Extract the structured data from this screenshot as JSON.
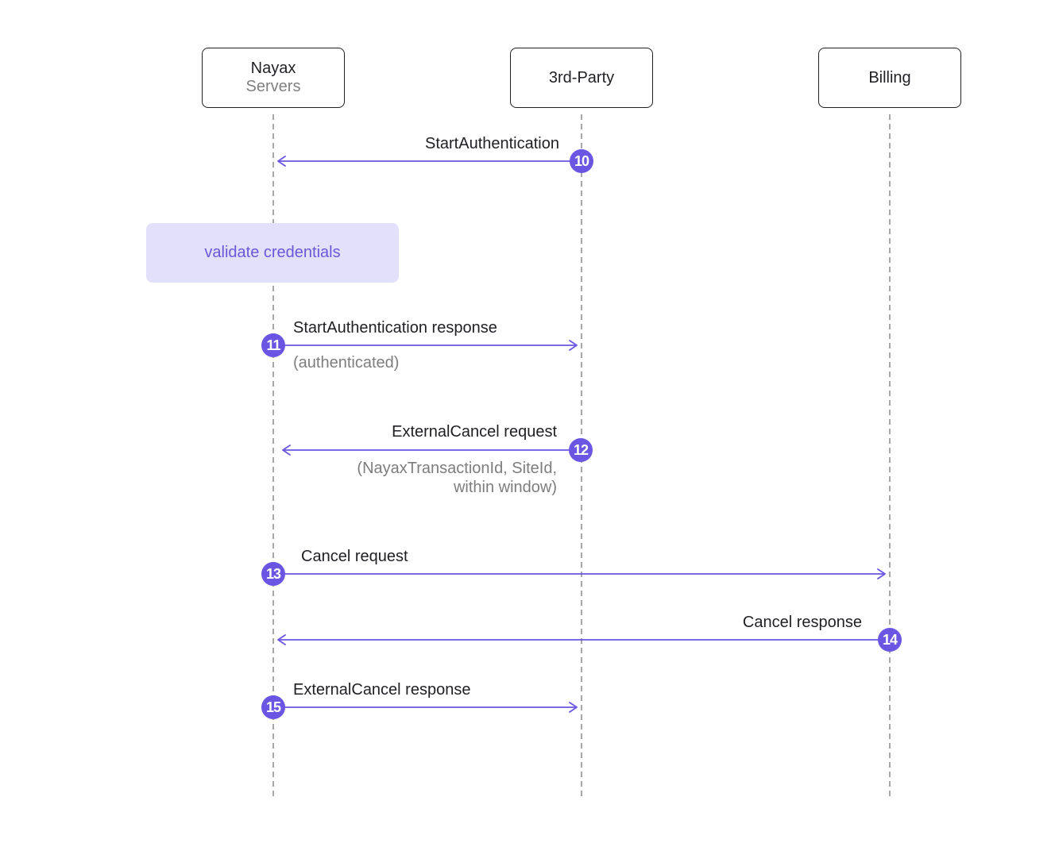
{
  "colors": {
    "lifeline": "#8a8a8a",
    "arrow": "#6a56e2",
    "badge": "#6a56e2",
    "note_bg": "#e3e0fb",
    "note_text": "#6a58d8",
    "subtext": "#7d7d7d"
  },
  "participants": [
    {
      "name": "Nayax",
      "subtitle": "Servers"
    },
    {
      "name": "3rd-Party",
      "subtitle": ""
    },
    {
      "name": "Billing",
      "subtitle": ""
    }
  ],
  "note": {
    "text": "validate credentials"
  },
  "messages": [
    {
      "step": "10",
      "from": 1,
      "to": 0,
      "label": "StartAuthentication",
      "sub": []
    },
    {
      "step": "11",
      "from": 0,
      "to": 1,
      "label": "StartAuthentication response",
      "sub": [
        "(authenticated)"
      ]
    },
    {
      "step": "12",
      "from": 1,
      "to": 0,
      "label": "ExternalCancel request",
      "sub": [
        "(NayaxTransactionId, SiteId,",
        "within window)"
      ]
    },
    {
      "step": "13",
      "from": 0,
      "to": 2,
      "label": "Cancel request",
      "sub": []
    },
    {
      "step": "14",
      "from": 2,
      "to": 0,
      "label": "Cancel response",
      "sub": []
    },
    {
      "step": "15",
      "from": 0,
      "to": 1,
      "label": "ExternalCancel response",
      "sub": []
    }
  ]
}
